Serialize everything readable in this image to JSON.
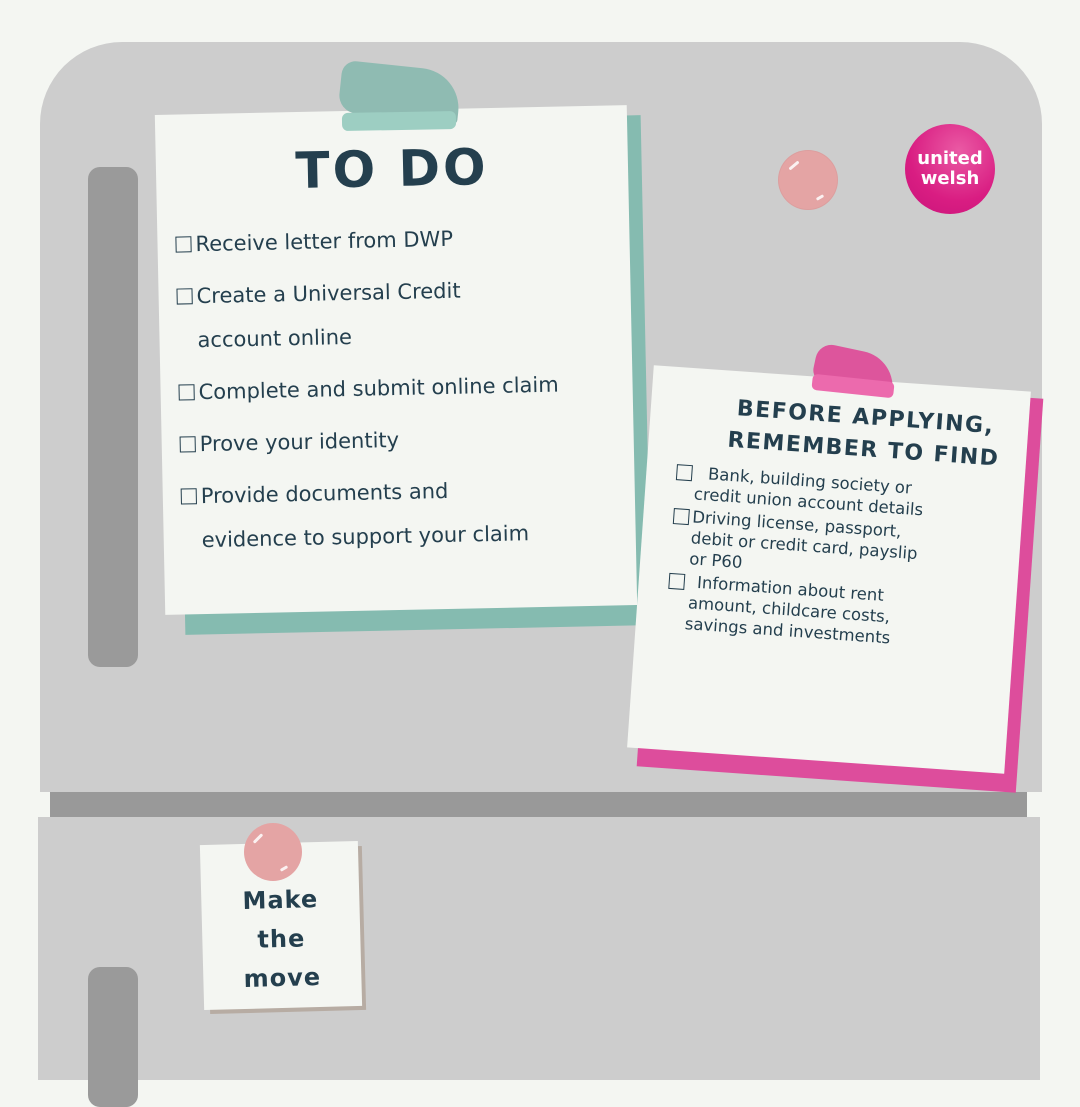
{
  "todo_note": {
    "title": "TO DO",
    "items": [
      {
        "text": "Receive letter from DWP",
        "checked": false
      },
      {
        "text": "Create a Universal Credit\naccount online",
        "checked": false
      },
      {
        "text": "Complete and submit online claim",
        "checked": false
      },
      {
        "text": "Prove your identity",
        "checked": false
      },
      {
        "text": "Provide documents and\nevidence to support your claim",
        "checked": false
      }
    ],
    "accent_color": "#85bbb0"
  },
  "before_note": {
    "title": "BEFORE APPLYING,\nREMEMBER TO FIND",
    "items": [
      {
        "text": "Bank, building society or\ncredit union account details",
        "checked": false
      },
      {
        "text": "Driving license, passport,\ndebit or credit card, payslip\nor P60",
        "checked": false
      },
      {
        "text": "Information about rent\namount, childcare costs,\nsavings and investments",
        "checked": false
      }
    ],
    "accent_color": "#dd4d9c"
  },
  "logo": {
    "line1": "united",
    "line2": "welsh",
    "color": "#d91d82"
  },
  "move_note": {
    "text": "Make\nthe\nmove"
  },
  "colors": {
    "background": "#f4f6f2",
    "fridge": "#cdcdcd",
    "handle": "#9a9a9a",
    "text": "#243f4e",
    "magnet": "#e4a4a4"
  }
}
